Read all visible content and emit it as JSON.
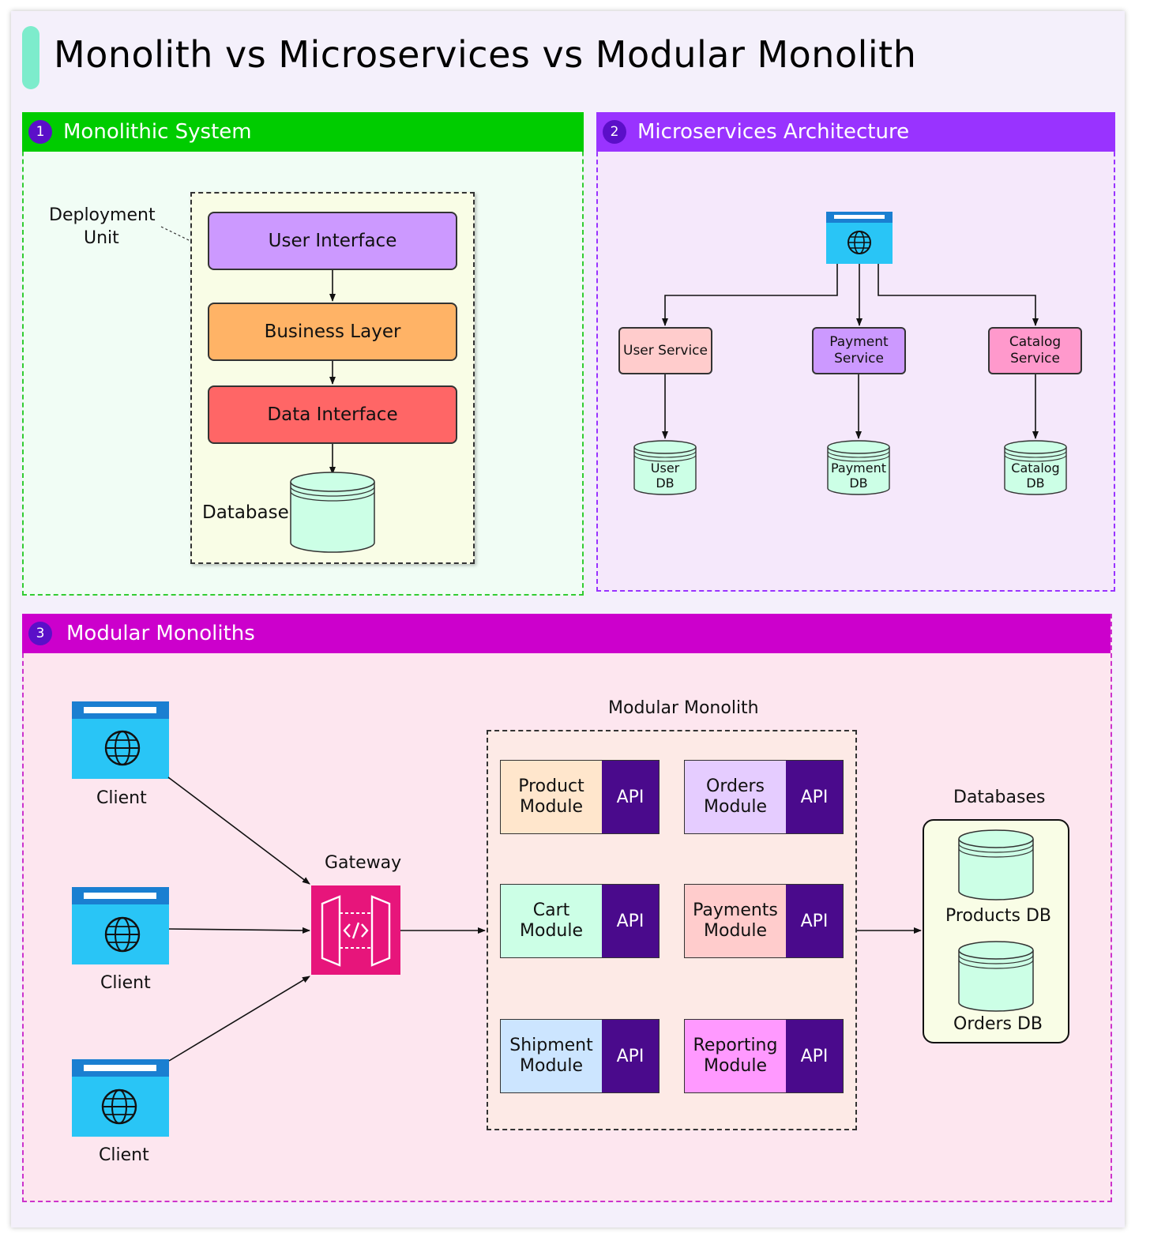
{
  "title": "Monolith vs Microservices vs Modular Monolith",
  "panels": {
    "monolith": {
      "number": "1",
      "title": "Monolithic System",
      "deployment_label_line1": "Deployment",
      "deployment_label_line2": "Unit",
      "layers": [
        "User Interface",
        "Business Layer",
        "Data Interface"
      ],
      "database_label": "Database",
      "colors": {
        "header": "#00cc00",
        "ui": "#cc99ff",
        "business": "#ffb366",
        "data": "#ff6666",
        "db": "#ccffe6"
      }
    },
    "microservices": {
      "number": "2",
      "title": "Microservices Architecture",
      "services": [
        {
          "name_line1": "User Service",
          "name_line2": "",
          "db_line1": "User",
          "db_line2": "DB",
          "color": "#ffcccc"
        },
        {
          "name_line1": "Payment",
          "name_line2": "Service",
          "db_line1": "Payment",
          "db_line2": "DB",
          "color": "#cc99ff"
        },
        {
          "name_line1": "Catalog",
          "name_line2": "Service",
          "db_line1": "Catalog",
          "db_line2": "DB",
          "color": "#ff99cc"
        }
      ],
      "colors": {
        "header": "#9933ff",
        "client": "#29c5f6"
      }
    },
    "modular": {
      "number": "3",
      "title": "Modular Monoliths",
      "client_label": "Client",
      "gateway_label": "Gateway",
      "container_label": "Modular Monolith",
      "api_label": "API",
      "modules": [
        {
          "line1": "Product",
          "line2": "Module",
          "color": "#ffe6cc"
        },
        {
          "line1": "Orders",
          "line2": "Module",
          "color": "#e5ccff"
        },
        {
          "line1": "Cart",
          "line2": "Module",
          "color": "#ccffe6"
        },
        {
          "line1": "Payments",
          "line2": "Module",
          "color": "#ffcccc"
        },
        {
          "line1": "Shipment",
          "line2": "Module",
          "color": "#cce5ff"
        },
        {
          "line1": "Reporting",
          "line2": "Module",
          "color": "#ff99ff"
        }
      ],
      "databases_label": "Databases",
      "databases": [
        "Products DB",
        "Orders DB"
      ],
      "colors": {
        "header": "#cc00cc",
        "gateway": "#e7157b",
        "client": "#29c5f6",
        "api": "#4a0a8c"
      }
    }
  }
}
